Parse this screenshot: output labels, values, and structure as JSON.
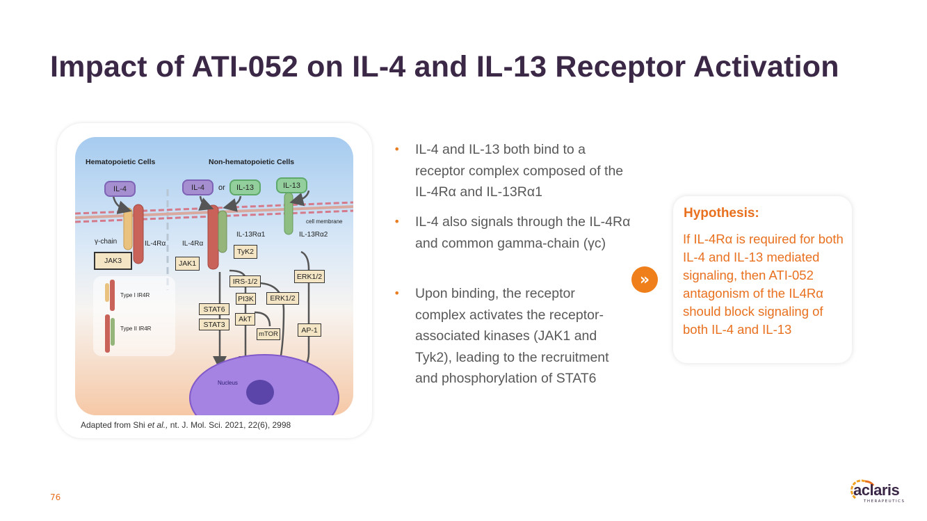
{
  "title": "Impact of ATI-052 on IL-4 and IL-13 Receptor Activation",
  "diagram": {
    "heading_left": "Hematopoietic Cells",
    "heading_right": "Non-hematopoietic Cells",
    "ligands": {
      "il4_a": "IL-4",
      "il4_b": "IL-4",
      "or": "or",
      "il13_a": "IL-13",
      "il13_b": "IL-13"
    },
    "membrane_label": "cell membrane",
    "receptors": {
      "gamma_chain": "γ-chain",
      "il4ra_left": "IL-4Rα",
      "il4ra_right": "IL-4Rα",
      "il13ra1": "IL-13Rα1",
      "il13ra2": "IL-13Rα2"
    },
    "kinases": {
      "jak3": "JAK3",
      "jak1": "JAK1",
      "tyk2": "TyK2",
      "irs": "IRS-1/2",
      "erk_a": "ERK1/2",
      "pi3k": "PI3K",
      "erk_b": "ERK1/2",
      "stat6": "STAT6",
      "stat3": "STAT3",
      "akt": "AkT",
      "mtor": "mTOR",
      "ap1": "AP-1"
    },
    "legend": {
      "type1": "Type I IR4R",
      "type2": "Type II IR4R"
    },
    "nucleus": "Nucleus",
    "caption_pre": "Adapted from Shi ",
    "caption_italic": "et al.,",
    "caption_post": " nt. J. Mol. Sci. 2021, 22(6), 2998"
  },
  "bullets": [
    "IL-4 and IL-13 both bind to a receptor complex composed of the IL-4Rα and IL-13Rα1",
    "IL-4 also signals through the IL-4Rα and common gamma-chain (γc)",
    "Upon binding, the receptor complex activates the receptor-associated kinases (JAK1 and Tyk2), leading to the recruitment and phosphorylation of STAT6"
  ],
  "arrow_icon": "double-chevron-right-icon",
  "hypothesis": {
    "title": "Hypothesis:",
    "text": "If IL-4Rα is required for both IL-4 and IL-13 mediated signaling, then ATI-052 antagonism of the IL4Rα should block signaling of both IL-4 and IL-13"
  },
  "page_number": "76",
  "logo": {
    "name": "aclaris",
    "sub": "THERAPEUTICS"
  },
  "colors": {
    "title": "#3b2746",
    "accent": "#e8701f",
    "body": "#585858"
  }
}
